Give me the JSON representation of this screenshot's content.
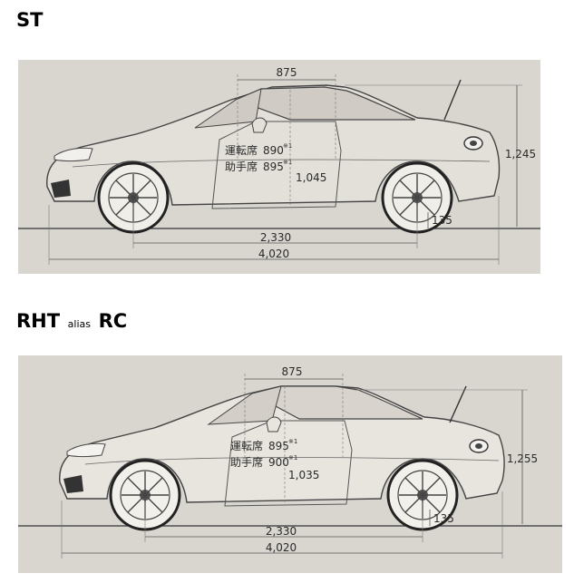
{
  "sections": [
    {
      "title_parts": [
        "ST"
      ],
      "dims": {
        "top": "875",
        "height": "1,245",
        "driver_label": "運転席",
        "driver_value": "890",
        "passenger_label": "助手席",
        "passenger_value": "895",
        "note_mark": "※1",
        "seat_height": "1,045",
        "clearance": "135",
        "wheelbase": "2,330",
        "length": "4,020"
      }
    },
    {
      "title_parts": [
        "RHT",
        "alias",
        "RC"
      ],
      "dims": {
        "top": "875",
        "height": "1,255",
        "driver_label": "運転席",
        "driver_value": "895",
        "passenger_label": "助手席",
        "passenger_value": "900",
        "note_mark": "※1",
        "seat_height": "1,035",
        "clearance": "135",
        "wheelbase": "2,330",
        "length": "4,020"
      }
    }
  ]
}
